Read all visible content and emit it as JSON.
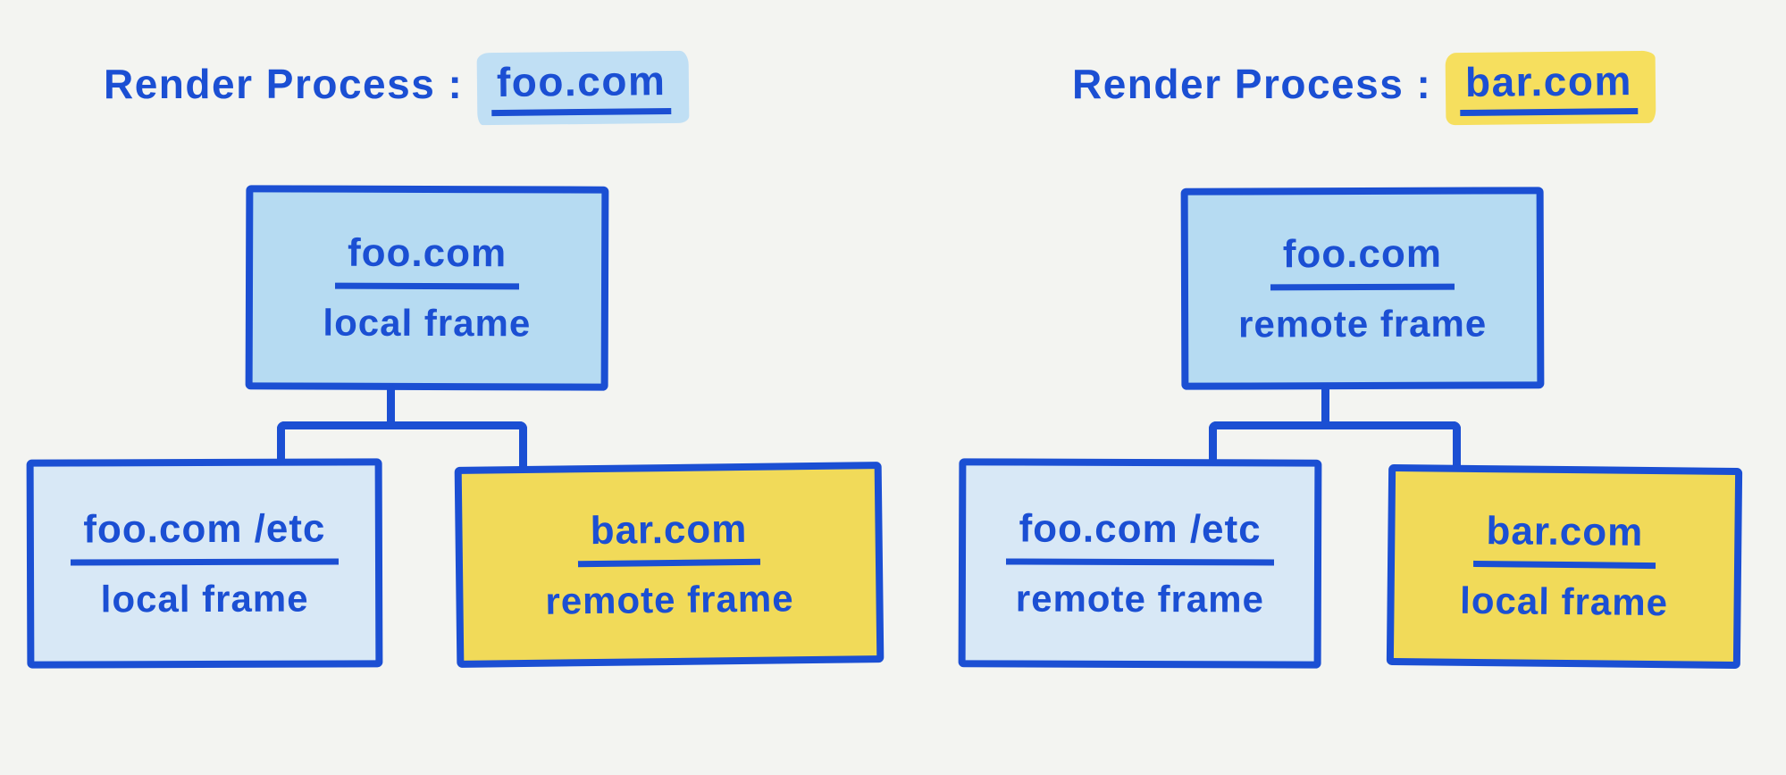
{
  "colors": {
    "ink_blue": "#1b4fd3",
    "root_blue_fill": "#b6dbf2",
    "child_blue_fill": "#d8e8f6",
    "yellow_fill": "#f1da59",
    "blue_highlight": "#c0dff4",
    "yellow_highlight": "#f6df5e",
    "background": "#f3f4f1"
  },
  "panels": [
    {
      "title": {
        "prefix": "Render Process :",
        "domain": "foo.com"
      },
      "root": {
        "domain": "foo.com",
        "type": "local frame"
      },
      "children": [
        {
          "domain": "foo.com /etc",
          "type": "local frame"
        },
        {
          "domain": "bar.com",
          "type": "remote frame"
        }
      ]
    },
    {
      "title": {
        "prefix": "Render Process :",
        "domain": "bar.com"
      },
      "root": {
        "domain": "foo.com",
        "type": "remote frame"
      },
      "children": [
        {
          "domain": "foo.com /etc",
          "type": "remote frame"
        },
        {
          "domain": "bar.com",
          "type": "local frame"
        }
      ]
    }
  ]
}
